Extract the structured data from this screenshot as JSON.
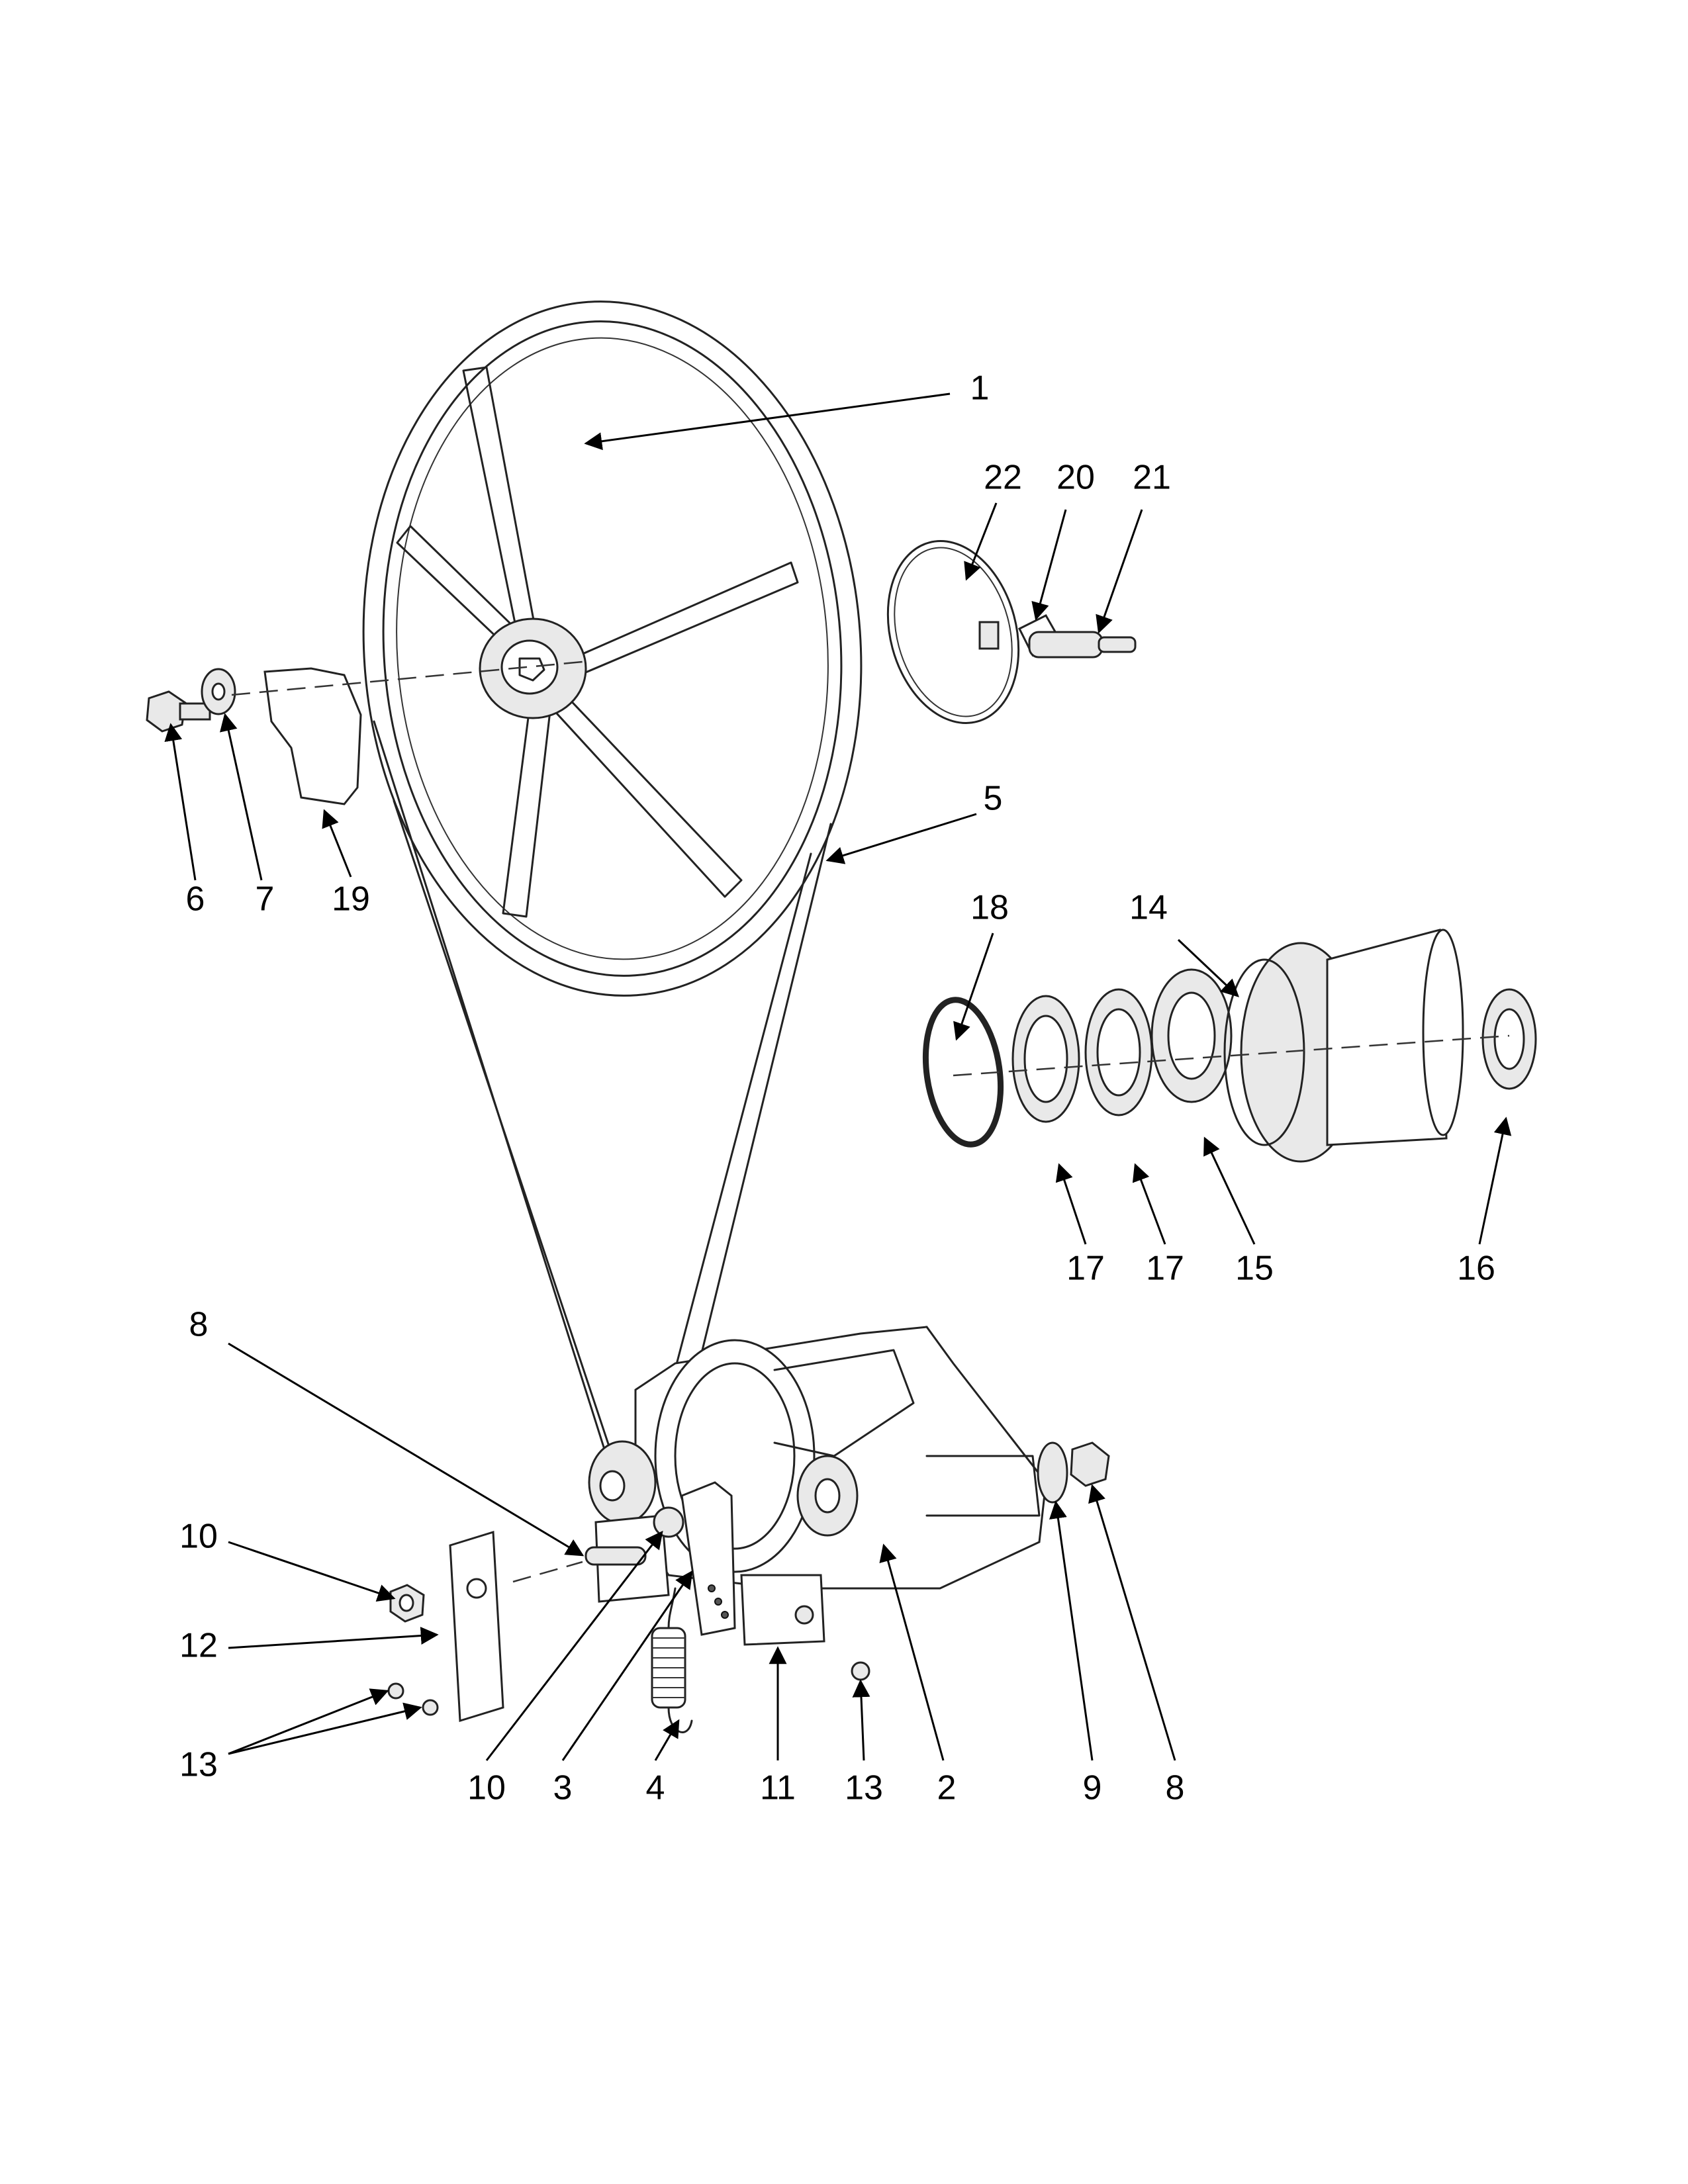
{
  "diagram": {
    "callouts": [
      {
        "id": "c1",
        "label": "1"
      },
      {
        "id": "c22",
        "label": "22"
      },
      {
        "id": "c20",
        "label": "20"
      },
      {
        "id": "c21",
        "label": "21"
      },
      {
        "id": "c5",
        "label": "5"
      },
      {
        "id": "c6",
        "label": "6"
      },
      {
        "id": "c7",
        "label": "7"
      },
      {
        "id": "c19",
        "label": "19"
      },
      {
        "id": "c18",
        "label": "18"
      },
      {
        "id": "c14",
        "label": "14"
      },
      {
        "id": "c17a",
        "label": "17"
      },
      {
        "id": "c17b",
        "label": "17"
      },
      {
        "id": "c15",
        "label": "15"
      },
      {
        "id": "c16",
        "label": "16"
      },
      {
        "id": "c8a",
        "label": "8"
      },
      {
        "id": "c10a",
        "label": "10"
      },
      {
        "id": "c12",
        "label": "12"
      },
      {
        "id": "c13a",
        "label": "13"
      },
      {
        "id": "c10b",
        "label": "10"
      },
      {
        "id": "c3",
        "label": "3"
      },
      {
        "id": "c4",
        "label": "4"
      },
      {
        "id": "c11",
        "label": "11"
      },
      {
        "id": "c13b",
        "label": "13"
      },
      {
        "id": "c2",
        "label": "2"
      },
      {
        "id": "c9",
        "label": "9"
      },
      {
        "id": "c8b",
        "label": "8"
      }
    ]
  }
}
